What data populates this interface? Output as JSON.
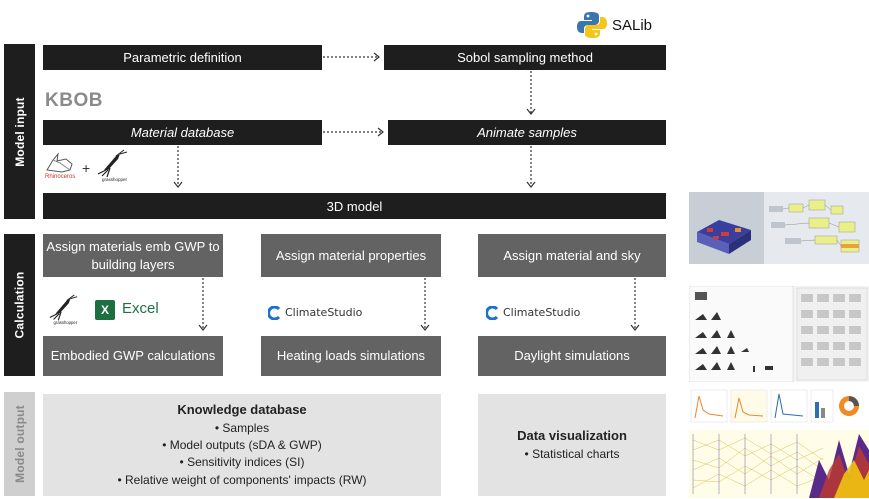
{
  "sections": {
    "input": "Model input",
    "calculation": "Calculation",
    "output": "Model output"
  },
  "input": {
    "parametric": "Parametric definition",
    "sobol": "Sobol sampling method",
    "material_db": "Material database",
    "animate": "Animate samples",
    "model3d": "3D model",
    "kbob": "KBOB",
    "salib": "SALib",
    "rhino_label": "Rhinoceros",
    "grasshopper_label": "grasshopper"
  },
  "calc": {
    "assign_emb": "Assign materials emb GWP to building layers",
    "assign_props": "Assign material properties",
    "assign_sky": "Assign material and sky",
    "embodied": "Embodied GWP calculations",
    "heating": "Heating loads simulations",
    "daylight": "Daylight simulations",
    "excel": "Excel",
    "climatestudio": "ClimateStudio",
    "grasshopper_label": "grasshopper"
  },
  "output": {
    "kb_title": "Knowledge database",
    "kb_items": [
      "• Samples",
      "• Model outputs (sDA & GWP)",
      "• Sensitivity indices (SI)",
      "• Relative weight of components' impacts (RW)"
    ],
    "dv_title": "Data visualization",
    "dv_items": [
      "• Statistical charts"
    ]
  },
  "colors": {
    "dark_block": "#1e1e1e",
    "mid_block": "#636363",
    "light_block": "#e3e3e3",
    "python_blue": "#3a75b0",
    "python_yellow": "#f5c518",
    "excel_green": "#1d6f42",
    "climatestudio_blue": "#1a73c9"
  },
  "icons": [
    "python-logo-icon",
    "rhino-logo-icon",
    "grasshopper-logo-icon",
    "excel-logo-icon",
    "climatestudio-logo-icon"
  ]
}
